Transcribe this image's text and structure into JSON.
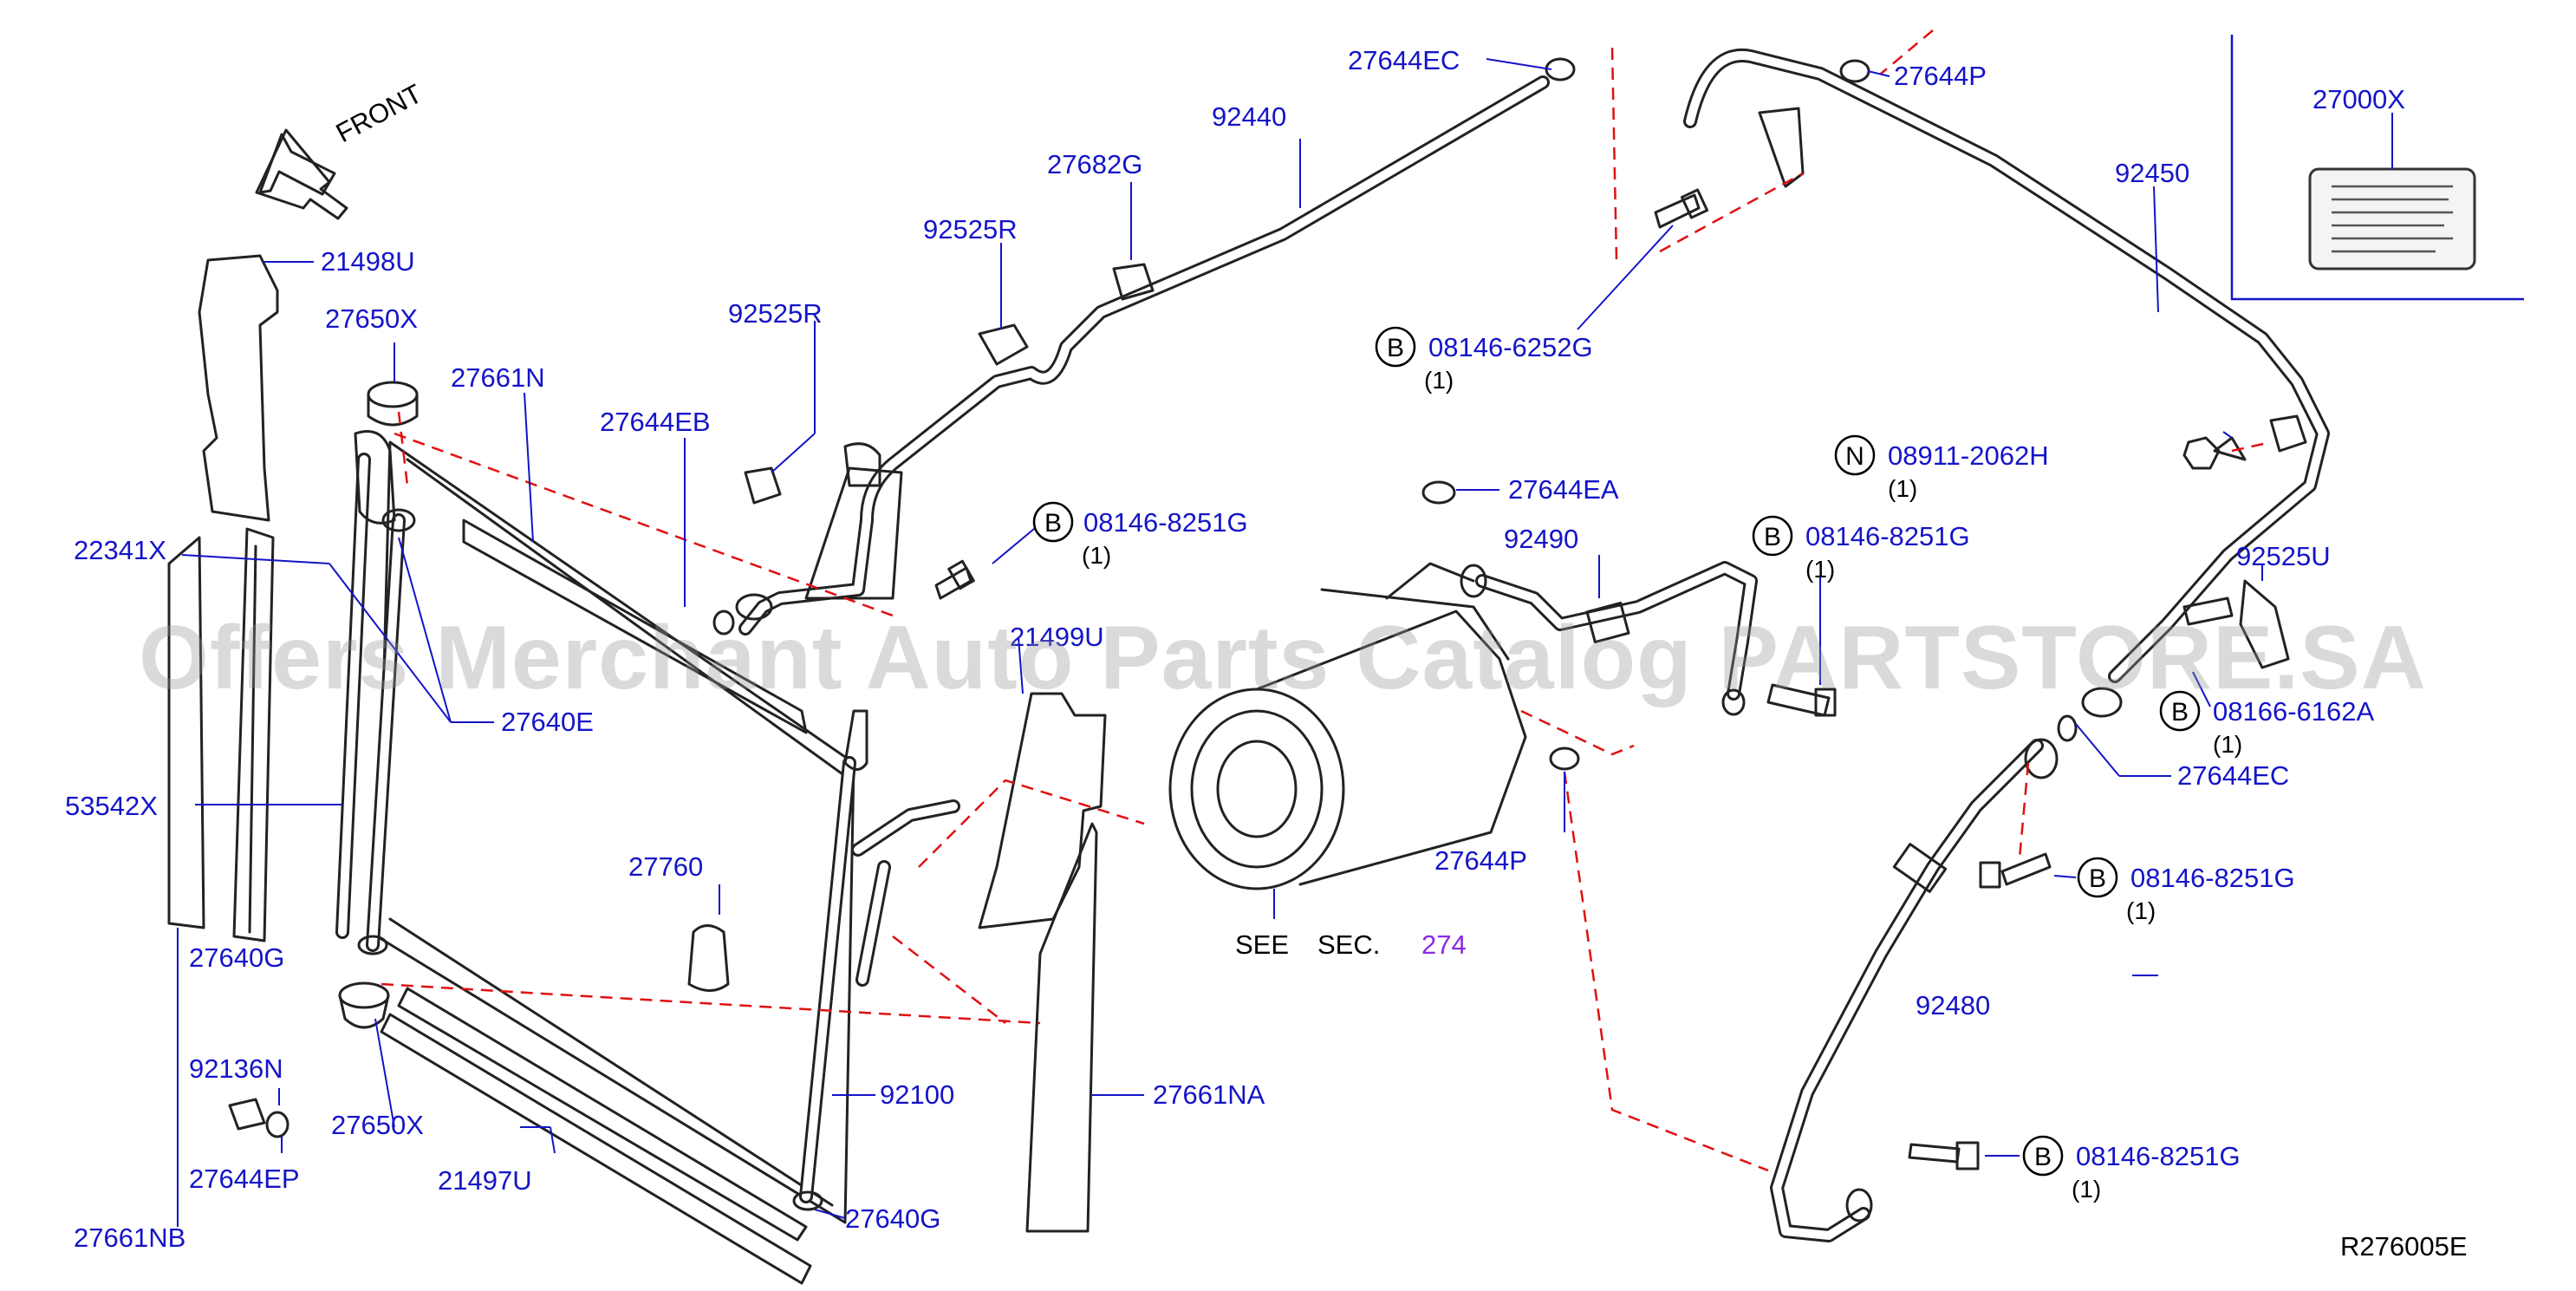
{
  "diagram": {
    "front_label": "FRONT",
    "reference_code": "R276005E",
    "watermark": "Offers Merchant Auto Parts Catalog PARTSTORE.SA",
    "see_section": {
      "see": "SEE",
      "sec": "SEC.",
      "number": "274"
    },
    "part_labels": {
      "p21498U": "21498U",
      "p27650X_top": "27650X",
      "p27661N": "27661N",
      "p22341X": "22341X",
      "p27640E": "27640E",
      "p53542X": "53542X",
      "p27640G_left": "27640G",
      "p92136N": "92136N",
      "p27650X_bottom": "27650X",
      "p27644EP": "27644EP",
      "p21497U": "21497U",
      "p27661NB": "27661NB",
      "p27760": "27760",
      "p92100": "92100",
      "p27640G_bottom": "27640G",
      "p27644EB": "27644EB",
      "p92525R_a": "92525R",
      "p92525R_b": "92525R",
      "p27682G": "27682G",
      "p92440": "92440",
      "p27644EC_top": "27644EC",
      "p21499U": "21499U",
      "p27661NA": "27661NA",
      "p27644EA": "27644EA",
      "p92490": "92490",
      "p27644P_mid": "27644P",
      "p27644P_top": "27644P",
      "p92450": "92450",
      "p27000X": "27000X",
      "p92525U": "92525U",
      "p27644EC_right": "27644EC",
      "p92480": "92480"
    },
    "callouts": [
      {
        "key": "c1",
        "letter": "B",
        "part": "08146-8251G",
        "qty": "(1)"
      },
      {
        "key": "c2",
        "letter": "B",
        "part": "08146-6252G",
        "qty": "(1)"
      },
      {
        "key": "c3",
        "letter": "N",
        "part": "08911-2062H",
        "qty": "(1)"
      },
      {
        "key": "c4",
        "letter": "B",
        "part": "08146-8251G",
        "qty": "(1)"
      },
      {
        "key": "c5",
        "letter": "B",
        "part": "08166-6162A",
        "qty": "(1)"
      },
      {
        "key": "c6",
        "letter": "B",
        "part": "08146-8251G",
        "qty": "(1)"
      },
      {
        "key": "c7",
        "letter": "B",
        "part": "08146-8251G",
        "qty": "(1)"
      }
    ]
  }
}
